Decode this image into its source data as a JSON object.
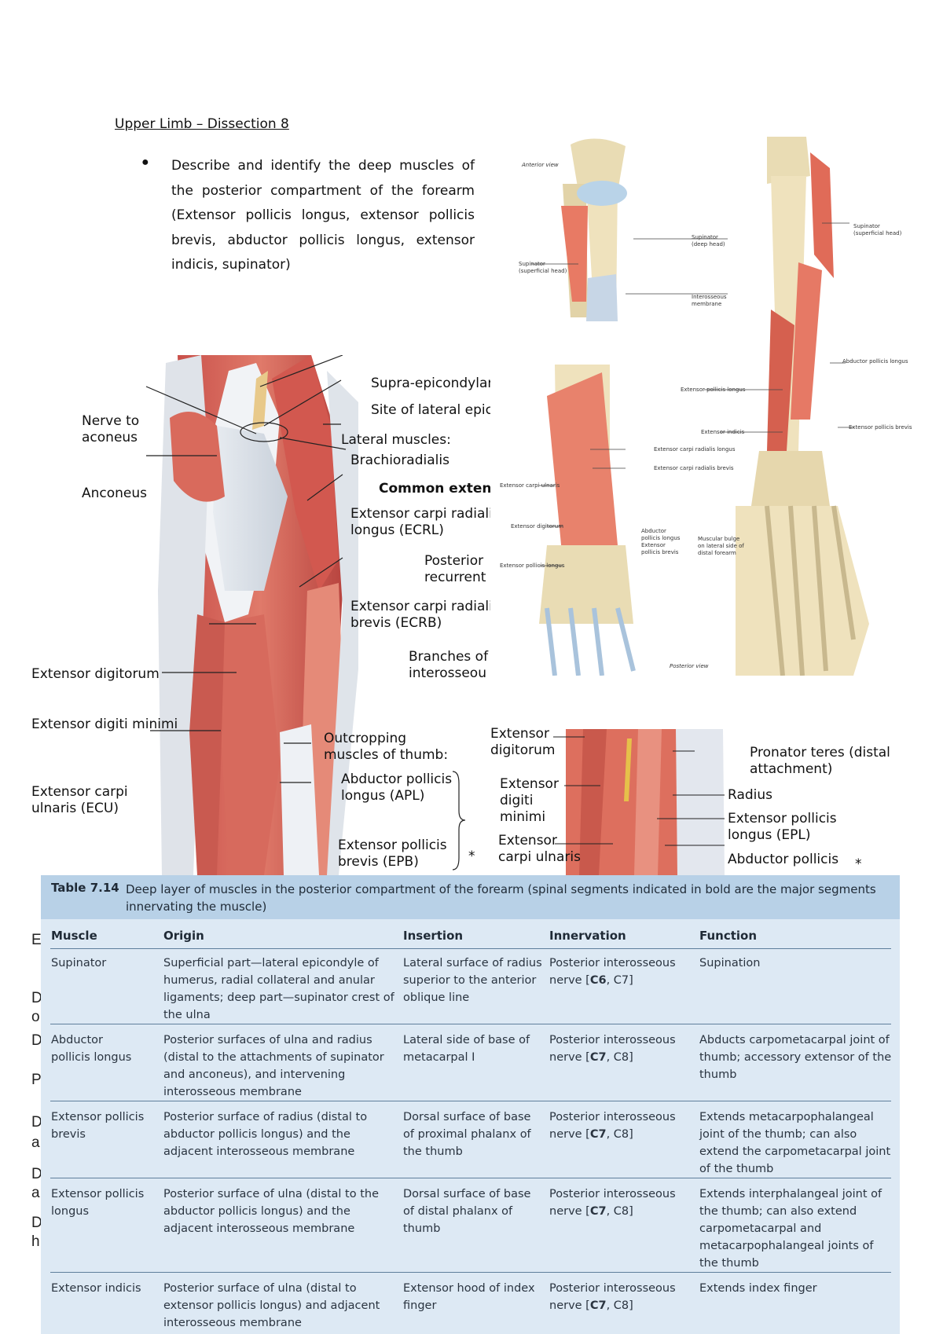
{
  "title": "Upper Limb – Dissection 8",
  "objective": "Describe and identify the deep muscles of the posterior compartment of the forearm (Extensor pollicis longus, extensor pollicis brevis, abductor pollicis longus, extensor indicis, supinator)",
  "stray_letters": [
    "E",
    "D",
    "o",
    "D",
    "P",
    "D",
    "a",
    "D",
    "a",
    "D",
    "h"
  ],
  "figure_left": {
    "labels": {
      "nerve_to_anconeus": "Nerve to\naconeus",
      "anconeus": "Anconeus",
      "extensor_digitorum": "Extensor digitorum",
      "extensor_digiti_minimi": "Extensor digiti minimi",
      "ecu": "Extensor carpi\nulnaris (ECU)",
      "supra_epicondylar": "Supra-epicondylar",
      "site_lateral_epic": "Site of lateral epic",
      "lateral_muscles": "Lateral muscles:",
      "brachioradialis": "Brachioradialis",
      "common_extensor": "Common exten:",
      "ecrl": "Extensor carpi radiali\nlongus (ECRL)",
      "posterior_recurrent": "Posterior\nrecurrent",
      "ecrb": "Extensor carpi radiali\nbrevis (ECRB)",
      "branches": "Branches of\ninterosseou",
      "outcropping": "Outcropping\nmuscles of thumb:",
      "apl": "Abductor pollicis\nlongus (APL)",
      "epb": "Extensor pollicis\nbrevis (EPB)",
      "star": "*"
    }
  },
  "figure_right": {
    "labels": {
      "anterior_view": "Anterior view",
      "supinator_deep": "Supinator\n(deep head)",
      "supinator_superficial": "Supinator\n(superficial head)",
      "interosseous_membrane": "Interosseous\nmembrane",
      "supinator_superficial_r": "Supinator\n(superficial head)",
      "apl_r": "Abductor pollicis longus",
      "epl_r": "Extensor pollicis longus",
      "extensor_indicis": "Extensor indicis",
      "epb_r": "Extensor pollicis brevis",
      "ecrl_r": "Extensor carpi radialis longus",
      "ecrb_r": "Extensor carpi radialis brevis",
      "ecu_r": "Extensor carpi ulnaris",
      "ed_r": "Extensor digitorum",
      "epl_r2": "Extensor pollicis longus",
      "apl_epb": "Abductor\npollicis longus\nExtensor\npollicis brevis",
      "muscular_bulge": "Muscular bulge\non lateral side of\ndistal forearm",
      "posterior_view": "Posterior view"
    }
  },
  "figure_bottom": {
    "labels": {
      "extensor_digitorum": "Extensor\ndigitorum",
      "extensor_digiti_minimi": "Extensor\ndigiti\nminimi",
      "ecu": "Extensor\ncarpi ulnaris",
      "pronator_teres": "Pronator teres (distal\nattachment)",
      "radius": "Radius",
      "epl": "Extensor pollicis\nlongus (EPL)",
      "apl": "Abductor pollicis",
      "star": "*"
    }
  },
  "table": {
    "number": "Table 7.14",
    "caption": "Deep layer of muscles in the posterior compartment of the forearm (spinal segments indicated in bold are the major segments innervating the muscle)",
    "headers": [
      "Muscle",
      "Origin",
      "Insertion",
      "Innervation",
      "Function"
    ],
    "rows": [
      {
        "muscle": "Supinator",
        "origin": "Superficial part—lateral epicondyle of humerus, radial collateral and anular ligaments; deep part—supinator crest of the ulna",
        "insertion": "Lateral surface of radius superior to the anterior oblique line",
        "innervation_text": "Posterior interosseous nerve [",
        "innervation_bold": "C6",
        "innervation_tail": ", C7]",
        "function": "Supination"
      },
      {
        "muscle": "Abductor pollicis longus",
        "origin": "Posterior surfaces of ulna and radius (distal to the attachments of supinator and anconeus), and intervening interosseous membrane",
        "insertion": "Lateral side of base of metacarpal I",
        "innervation_text": "Posterior interosseous nerve [",
        "innervation_bold": "C7",
        "innervation_tail": ", C8]",
        "function": "Abducts carpometacarpal joint of thumb; accessory extensor of the thumb"
      },
      {
        "muscle": "Extensor pollicis brevis",
        "origin": "Posterior surface of radius (distal to abductor pollicis longus) and the adjacent interosseous membrane",
        "insertion": "Dorsal surface of base of proximal phalanx of the thumb",
        "innervation_text": "Posterior interosseous nerve [",
        "innervation_bold": "C7",
        "innervation_tail": ", C8]",
        "function": "Extends metacarpophalangeal joint of the thumb; can also extend the carpometacarpal joint of the thumb"
      },
      {
        "muscle": "Extensor pollicis longus",
        "origin": "Posterior surface of ulna (distal to the abductor pollicis longus) and the adjacent interosseous membrane",
        "insertion": "Dorsal surface of base of distal phalanx of thumb",
        "innervation_text": "Posterior interosseous nerve [",
        "innervation_bold": "C7",
        "innervation_tail": ", C8]",
        "function": "Extends interphalangeal joint of the thumb; can also extend carpometacarpal and metacarpophalangeal joints of the thumb"
      },
      {
        "muscle": "Extensor indicis",
        "origin": "Posterior surface of ulna (distal to extensor pollicis longus) and adjacent interosseous membrane",
        "insertion": "Extensor hood of index finger",
        "innervation_text": "Posterior interosseous nerve [",
        "innervation_bold": "C7",
        "innervation_tail": ", C8]",
        "function": "Extends index finger"
      }
    ]
  }
}
